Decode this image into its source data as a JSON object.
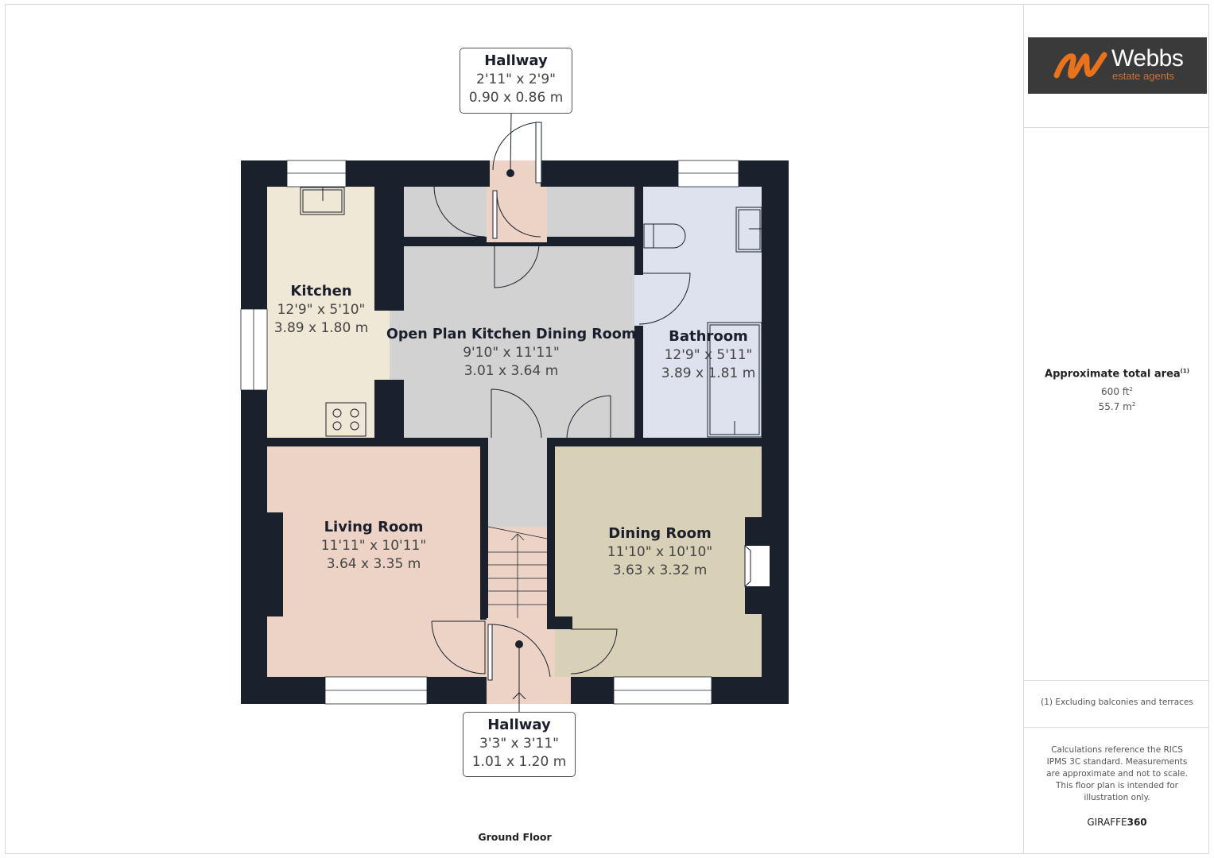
{
  "floor": {
    "name": "Ground Floor",
    "rooms": [
      {
        "id": "kitchen",
        "name": "Kitchen",
        "imperial": "12'9\" x 5'10\"",
        "metric": "3.89 x 1.80 m",
        "color": "#f0e8d6"
      },
      {
        "id": "open-plan",
        "name": "Open Plan Kitchen Dining Room",
        "imperial": "9'10\" x 11'11\"",
        "metric": "3.01 x 3.64 m",
        "color": "#d2d2d2"
      },
      {
        "id": "bathroom",
        "name": "Bathroom",
        "imperial": "12'9\" x 5'11\"",
        "metric": "3.89 x 1.81 m",
        "color": "#dde2ee"
      },
      {
        "id": "living-room",
        "name": "Living Room",
        "imperial": "11'11\" x 10'11\"",
        "metric": "3.64 x 3.35 m",
        "color": "#ecd3c5"
      },
      {
        "id": "dining-room",
        "name": "Dining Room",
        "imperial": "11'10\" x 10'10\"",
        "metric": "3.63 x 3.32 m",
        "color": "#d9d0b8"
      },
      {
        "id": "hallway-top",
        "name": "Hallway",
        "imperial": "2'11\" x 2'9\"",
        "metric": "0.90 x 0.86 m",
        "color": "#ecd3c5"
      },
      {
        "id": "hallway-bottom",
        "name": "Hallway",
        "imperial": "3'3\" x 3'11\"",
        "metric": "1.01 x 1.20 m",
        "color": "#ecd3c5"
      }
    ],
    "wall_color": "#1a212c"
  },
  "sidebar": {
    "logo": {
      "name": "Webbs",
      "tagline": "estate agents",
      "accent": "#e8731c"
    },
    "area": {
      "title": "Approximate total area",
      "footnote_ref": "(1)",
      "imperial_value": "600 ft",
      "metric_value": "55.7 m",
      "unit_exponent": "2"
    },
    "footnote": "(1) Excluding balconies and terraces",
    "disclaimer": "Calculations reference the RICS IPMS 3C standard. Measurements are approximate and not to scale. This floor plan is intended for illustration only.",
    "brand": {
      "prefix": "GIRAFFE",
      "suffix": "360"
    }
  }
}
